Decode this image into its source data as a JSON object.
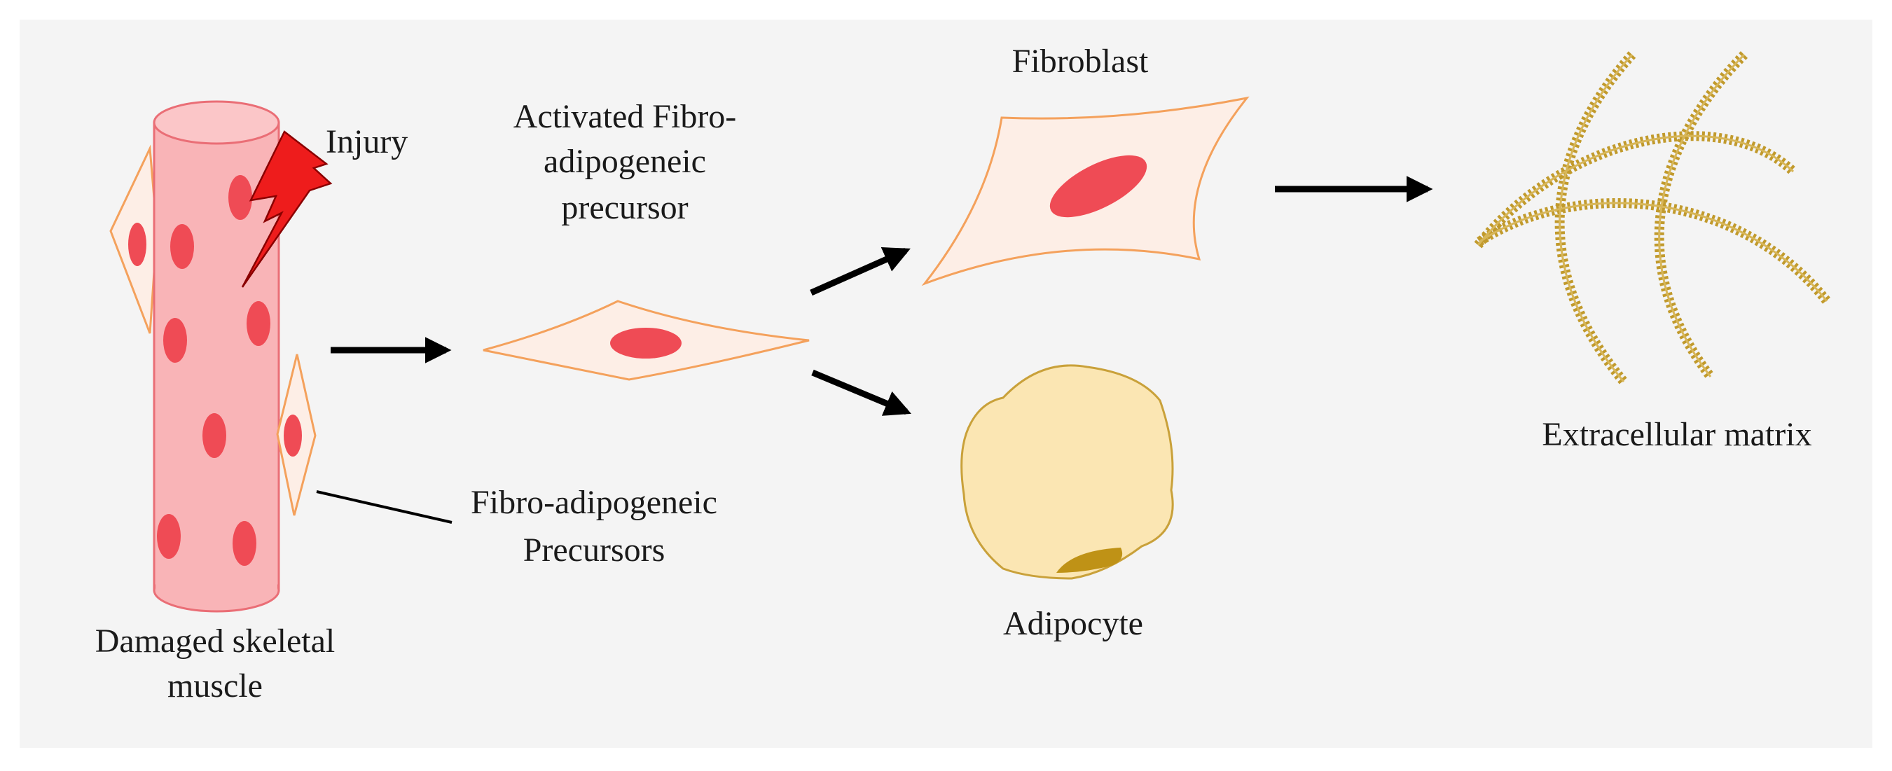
{
  "labels": {
    "injury": "Injury",
    "damaged_muscle_line1": "Damaged skeletal",
    "damaged_muscle_line2": "muscle",
    "activated_fap_line1": "Activated Fibro-",
    "activated_fap_line2": "adipogeneic",
    "activated_fap_line3": "precursor",
    "fap_line1": "Fibro-adipogeneic",
    "fap_line2": "Precursors",
    "fibroblast": "Fibroblast",
    "adipocyte": "Adipocyte",
    "ecm": "Extracellular matrix"
  },
  "colors": {
    "panel_background": "#f4f4f4",
    "muscle_fill": "#f9b4b7",
    "muscle_stroke": "#ea6e76",
    "nucleus": "#ef4b55",
    "cell_fill": "#fdeee6",
    "cell_stroke": "#f4a15c",
    "lightning": "#ee1c1c",
    "adipocyte_fill": "#fbe6b3",
    "adipocyte_stroke": "#c9a13a",
    "lipid": "#bf9216",
    "ecm_fiber": "#c19a2c",
    "arrow": "#000000"
  }
}
